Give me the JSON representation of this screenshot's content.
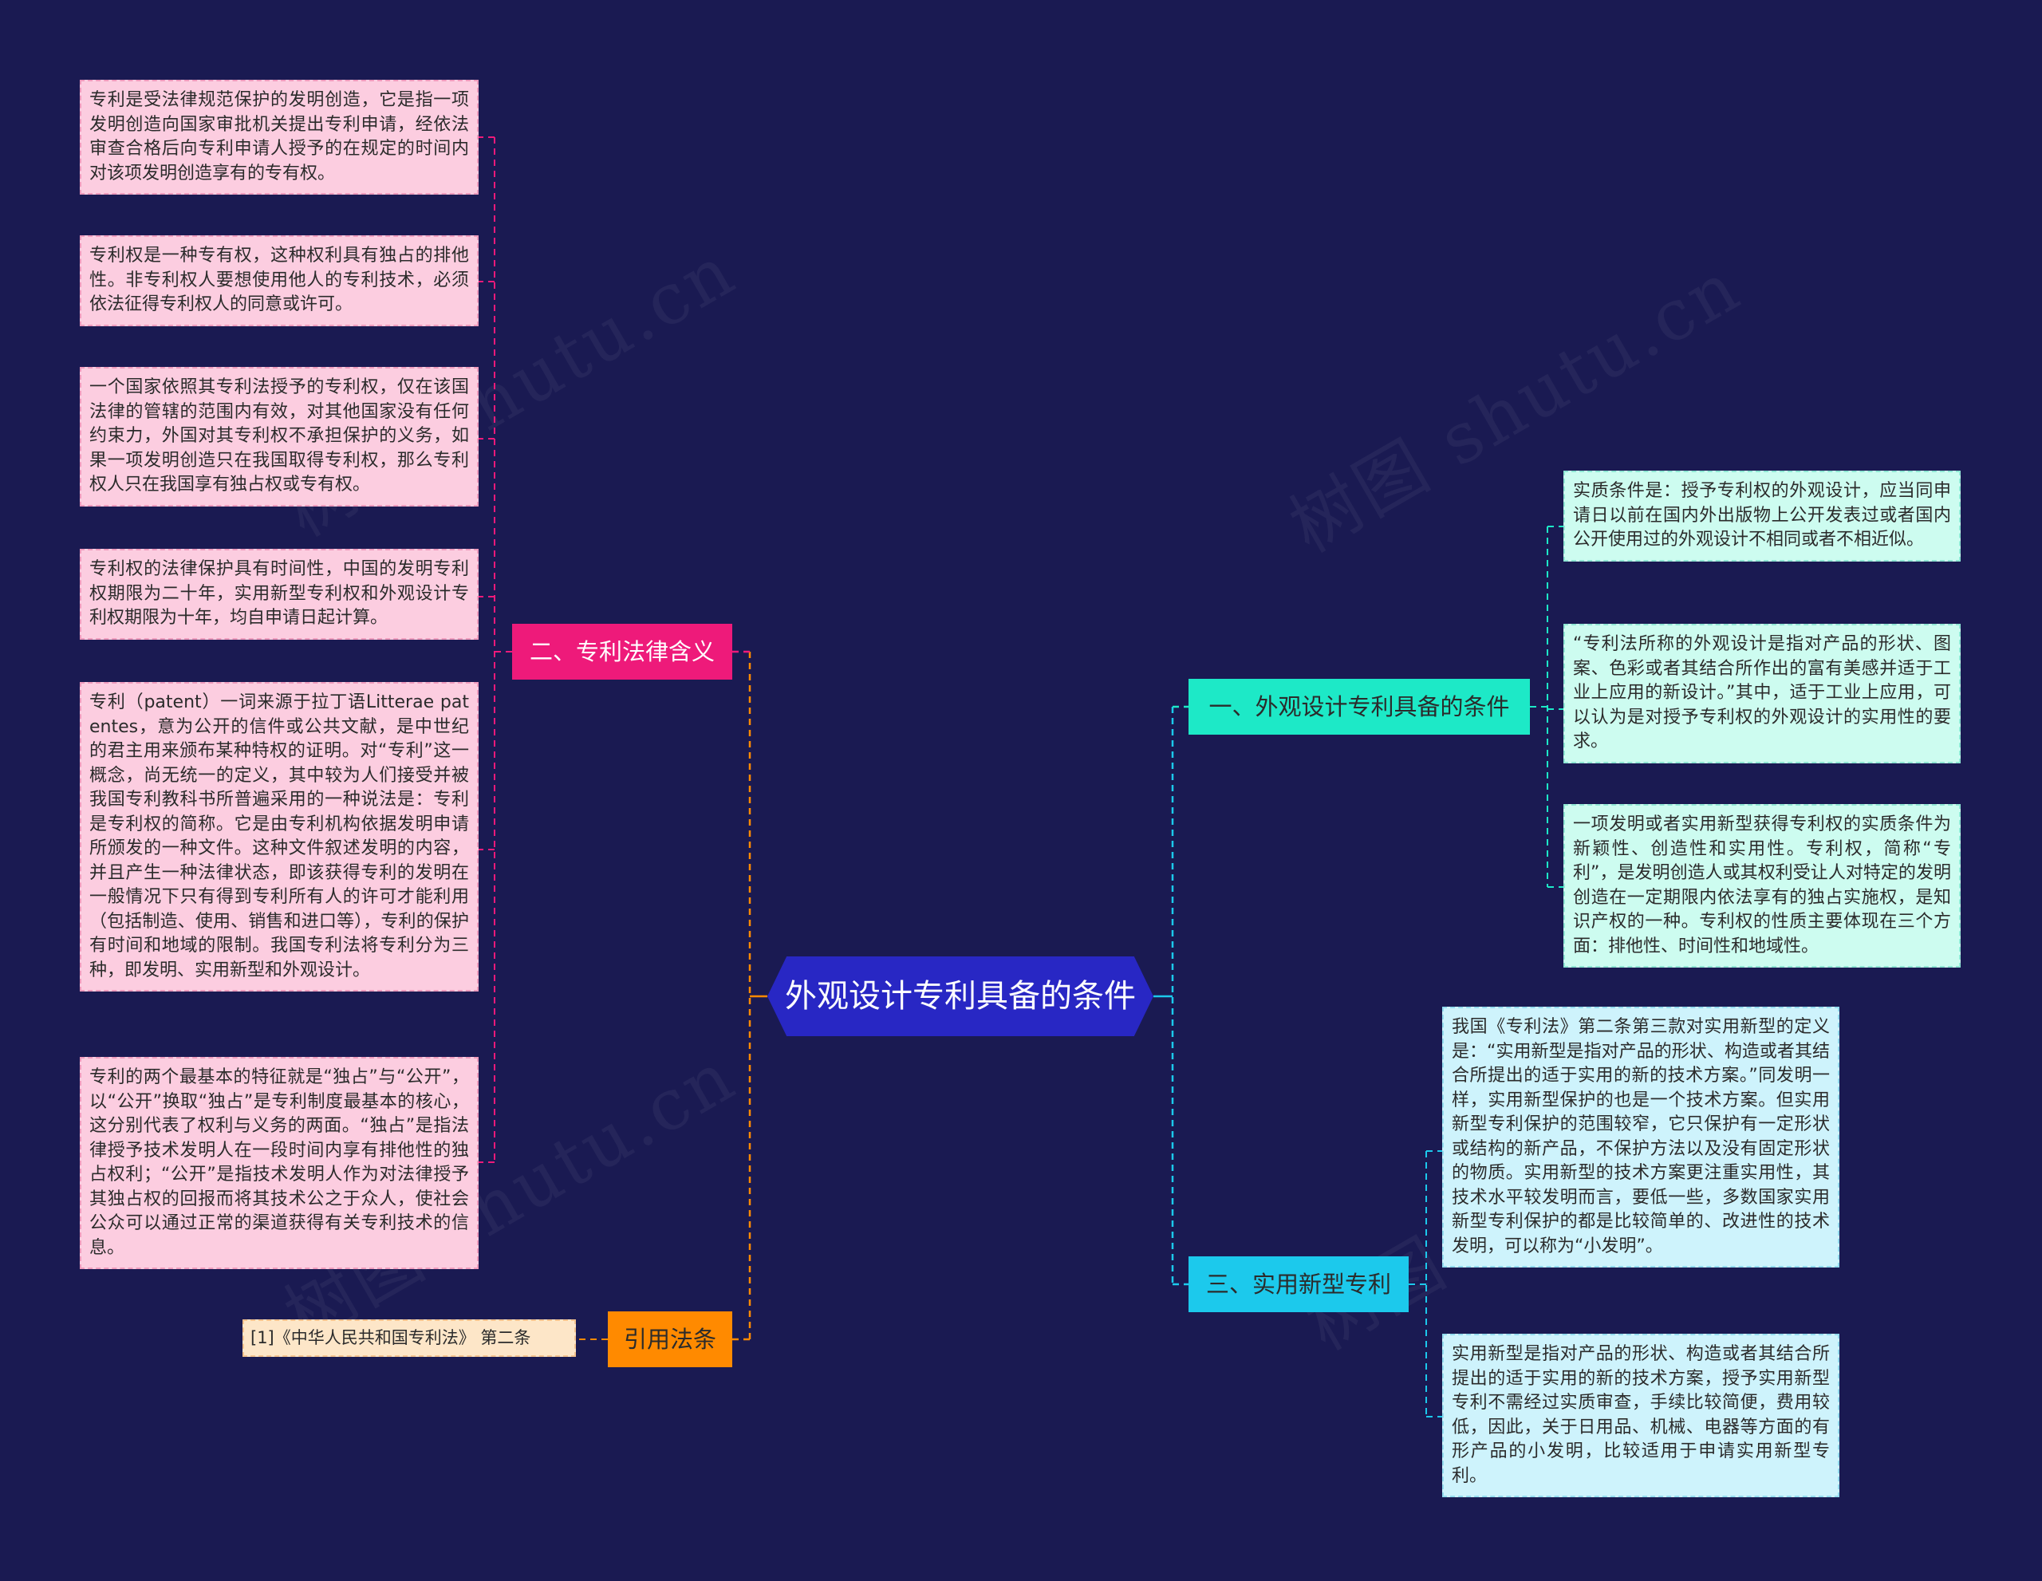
{
  "center": {
    "title": "外观设计专利具备的条件",
    "color": "#2827c4"
  },
  "branches": {
    "b1": {
      "label": "一、外观设计专利具备的条件",
      "color": "#1de9c7"
    },
    "b2": {
      "label": "二、专利法律含义",
      "color": "#ee1a7a"
    },
    "b3": {
      "label": "三、实用新型专利",
      "color": "#1cc9ec"
    },
    "b4": {
      "label": "引用法条",
      "color": "#ff8a00"
    }
  },
  "leaves": {
    "b2": [
      "专利是受法律规范保护的发明创造，它是指一项发明创造向国家审批机关提出专利申请，经依法审查合格后向专利申请人授予的在规定的时间内对该项发明创造享有的专有权。",
      "专利权是一种专有权，这种权利具有独占的排他性。非专利权人要想使用他人的专利技术，必须依法征得专利权人的同意或许可。",
      "一个国家依照其专利法授予的专利权，仅在该国法律的管辖的范围内有效，对其他国家没有任何约束力，外国对其专利权不承担保护的义务，如果一项发明创造只在我国取得专利权，那么专利权人只在我国享有独占权或专有权。",
      "专利权的法律保护具有时间性，中国的发明专利权期限为二十年，实用新型专利权和外观设计专利权期限为十年，均自申请日起计算。",
      "专利（patent）一词来源于拉丁语Litterae patentes，意为公开的信件或公共文献，是中世纪的君主用来颁布某种特权的证明。对“专利”这一概念，尚无统一的定义，其中较为人们接受并被我国专利教科书所普遍采用的一种说法是：专利是专利权的简称。它是由专利机构依据发明申请所颁发的一种文件。这种文件叙述发明的内容，并且产生一种法律状态，即该获得专利的发明在一般情况下只有得到专利所有人的许可才能利用（包括制造、使用、销售和进口等），专利的保护有时间和地域的限制。我国专利法将专利分为三种，即发明、实用新型和外观设计。",
      "专利的两个最基本的特征就是“独占”与“公开”，以“公开”换取“独占”是专利制度最基本的核心，这分别代表了权利与义务的两面。“独占”是指法律授予技术发明人在一段时间内享有排他性的独占权利；“公开”是指技术发明人作为对法律授予其独占权的回报而将其技术公之于众人，使社会公众可以通过正常的渠道获得有关专利技术的信息。"
    ],
    "b1": [
      "实质条件是：授予专利权的外观设计，应当同申请日以前在国内外出版物上公开发表过或者国内公开使用过的外观设计不相同或者不相近似。",
      "“专利法所称的外观设计是指对产品的形状、图案、色彩或者其结合所作出的富有美感并适于工业上应用的新设计。”其中，适于工业上应用，可以认为是对授予专利权的外观设计的实用性的要求。",
      "一项发明或者实用新型获得专利权的实质条件为新颖性、创造性和实用性。专利权，简称“专利”，是发明创造人或其权利受让人对特定的发明创造在一定期限内依法享有的独占实施权，是知识产权的一种。专利权的性质主要体现在三个方面：排他性、时间性和地域性。"
    ],
    "b3": [
      "我国《专利法》第二条第三款对实用新型的定义是：“实用新型是指对产品的形状、构造或者其结合所提出的适于实用的新的技术方案。”同发明一样，实用新型保护的也是一个技术方案。但实用新型专利保护的范围较窄，它只保护有一定形状或结构的新产品，不保护方法以及没有固定形状的物质。实用新型的技术方案更注重实用性，其技术水平较发明而言，要低一些，多数国家实用新型专利保护的都是比较简单的、改进性的技术发明，可以称为“小发明”。",
      "实用新型是指对产品的形状、构造或者其结合所提出的适于实用的新的技术方案，授予实用新型专利不需经过实质审查，手续比较简便，费用较低，因此，关于日用品、机械、电器等方面的有形产品的小发明，比较适用于申请实用新型专利。"
    ],
    "b4": [
      "[1]《中华人民共和国专利法》 第二条"
    ]
  },
  "watermark": "树图 shutu.cn"
}
